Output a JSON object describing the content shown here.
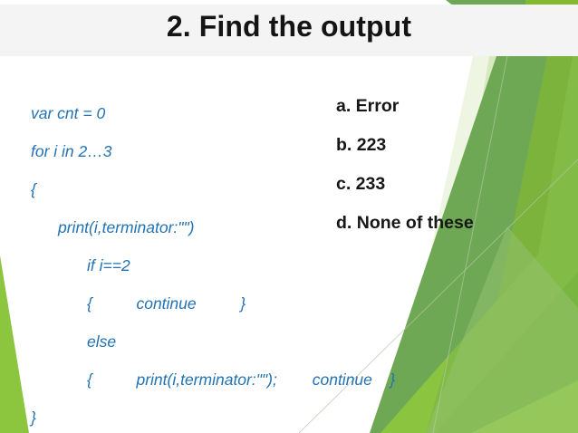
{
  "slide": {
    "title": "2. Find the output",
    "background_color": "#ffffff",
    "banner_color": "#f4f4f4",
    "title_color": "#141414",
    "code_color": "#2272b4",
    "option_color": "#171717",
    "accent_greens": [
      "#6fa855",
      "#82b92f",
      "#8cc63f",
      "#a8cf7a",
      "#d9e9bf",
      "#eef5e2"
    ]
  },
  "code": {
    "lines": [
      {
        "text": "var cnt = 0",
        "indent": 34
      },
      {
        "text": "for i in 2…3",
        "indent": 34
      },
      {
        "text": "{",
        "indent": 34
      },
      {
        "text": "print(i,terminator:\"\")",
        "indent": 64
      },
      {
        "text": "if i==2",
        "indent": 96
      },
      {
        "text": "{          continue          }",
        "indent": 96
      },
      {
        "text": "else",
        "indent": 96
      },
      {
        "text": "{          print(i,terminator:\"\");        continue    }",
        "indent": 96
      },
      {
        "text": "}",
        "indent": 34
      }
    ]
  },
  "options": [
    {
      "label": "a. Error"
    },
    {
      "label": "b. 223"
    },
    {
      "label": "c. 233"
    },
    {
      "label": "d. None of these"
    }
  ]
}
